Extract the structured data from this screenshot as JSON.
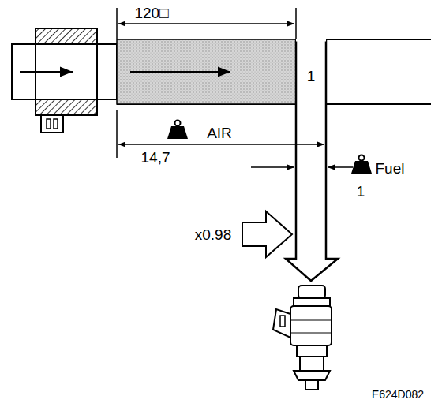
{
  "diagram": {
    "labels": [
      "120□",
      "1",
      "AIR",
      "14,7",
      "Fuel",
      "1",
      "x0.98",
      "E624D082"
    ]
  }
}
